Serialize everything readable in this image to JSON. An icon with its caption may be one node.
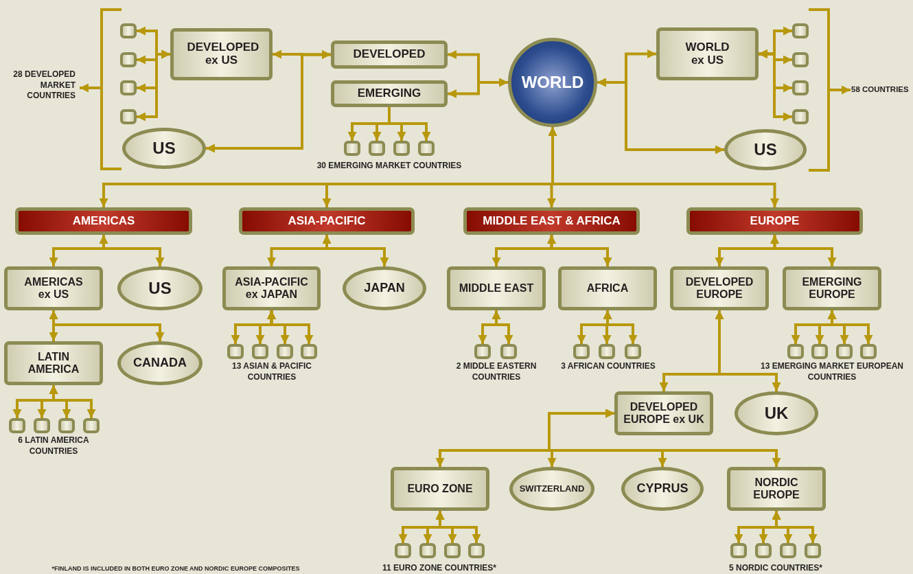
{
  "diagram": {
    "nodes": [
      {
        "text": [
          "WORLD"
        ]
      },
      {
        "text": [
          "DEVELOPED ex US"
        ]
      },
      {
        "text": [
          "DEVELOPED"
        ]
      },
      {
        "text": [
          "EMERGING"
        ]
      },
      {
        "text": [
          "US"
        ]
      },
      {
        "text": [
          "WORLD ex US"
        ]
      },
      {
        "text": [
          "US"
        ]
      },
      {
        "text": [
          "AMERICAS"
        ]
      },
      {
        "text": [
          "ASIA-PACIFIC"
        ]
      },
      {
        "text": [
          "MIDDLE EAST & AFRICA"
        ]
      },
      {
        "text": [
          "EUROPE"
        ]
      },
      {
        "text": [
          "AMERICAS ex US"
        ]
      },
      {
        "text": [
          "US"
        ]
      },
      {
        "text": [
          "ASIA-PACIFIC ex JAPAN"
        ]
      },
      {
        "text": [
          "JAPAN"
        ]
      },
      {
        "text": [
          "MIDDLE EAST"
        ]
      },
      {
        "text": [
          "AFRICA"
        ]
      },
      {
        "text": [
          "DEVELOPED EUROPE"
        ]
      },
      {
        "text": [
          "EMERGING EUROPE"
        ]
      },
      {
        "text": [
          "LATIN AMERICA"
        ]
      },
      {
        "text": [
          "CANADA"
        ]
      },
      {
        "text": [
          "DEVELOPED EUROPE ex UK"
        ]
      },
      {
        "text": [
          "UK"
        ]
      },
      {
        "text": [
          "EURO ZONE"
        ]
      },
      {
        "text": [
          "SWITZERLAND"
        ]
      },
      {
        "text": [
          "CYPRUS"
        ]
      },
      {
        "text": [
          "NORDIC EUROPE"
        ]
      },
      {
        "text": [],
        "shape": "box"
      },
      {
        "text": [],
        "shape": "box"
      },
      {
        "text": [],
        "shape": "box"
      },
      {
        "text": [],
        "shape": "box"
      },
      {
        "text": [],
        "shape": "box"
      },
      {
        "text": [],
        "shape": "box"
      },
      {
        "text": [],
        "shape": "box"
      },
      {
        "text": [],
        "shape": "box"
      },
      {
        "text": [],
        "shape": "box"
      },
      {
        "text": [],
        "shape": "box"
      },
      {
        "text": [],
        "shape": "box"
      },
      {
        "text": [],
        "shape": "box"
      },
      {
        "text": [],
        "shape": "box"
      },
      {
        "text": [],
        "shape": "box"
      },
      {
        "text": [],
        "shape": "box"
      },
      {
        "text": [],
        "shape": "box"
      },
      {
        "text": [],
        "shape": "box"
      },
      {
        "text": [],
        "shape": "box"
      },
      {
        "text": [],
        "shape": "box"
      },
      {
        "text": [],
        "shape": "box"
      },
      {
        "text": [],
        "shape": "box"
      },
      {
        "text": [],
        "shape": "box"
      },
      {
        "text": [],
        "shape": "box"
      },
      {
        "text": [],
        "shape": "box"
      },
      {
        "text": [],
        "shape": "box"
      },
      {
        "text": [],
        "shape": "box"
      },
      {
        "text": [],
        "shape": "box"
      },
      {
        "text": [],
        "shape": "box"
      },
      {
        "text": [],
        "shape": "box"
      },
      {
        "text": [],
        "shape": "box"
      },
      {
        "text": [],
        "shape": "box"
      },
      {
        "text": [],
        "shape": "box"
      },
      {
        "text": [],
        "shape": "box"
      },
      {
        "text": [],
        "shape": "box"
      },
      {
        "text": [],
        "shape": "box"
      },
      {
        "text": [],
        "shape": "box"
      },
      {
        "text": [],
        "shape": "box"
      }
    ],
    "edges": [
      {
        "from": 0,
        "to": 2,
        "arrow": "both"
      },
      {
        "from": 0,
        "to": 3,
        "arrow": "both"
      },
      {
        "from": 2,
        "to": 1,
        "arrow": "both"
      },
      {
        "from": 2,
        "to": 4,
        "arrow": "both"
      },
      {
        "from": 1,
        "to": 27,
        "arrow": "both"
      },
      {
        "from": 1,
        "to": 28,
        "arrow": "both"
      },
      {
        "from": 1,
        "to": 29,
        "arrow": "both"
      },
      {
        "from": 1,
        "to": 30,
        "arrow": "both"
      },
      {
        "from": 3,
        "to": 31,
        "arrow": "to"
      },
      {
        "from": 3,
        "to": 32,
        "arrow": "to"
      },
      {
        "from": 3,
        "to": 33,
        "arrow": "to"
      },
      {
        "from": 3,
        "to": 34,
        "arrow": "to"
      },
      {
        "from": 0,
        "to": 5,
        "arrow": "both"
      },
      {
        "from": 0,
        "to": 6,
        "arrow": "both"
      },
      {
        "from": 5,
        "to": 35,
        "arrow": "both"
      },
      {
        "from": 5,
        "to": 36,
        "arrow": "both"
      },
      {
        "from": 5,
        "to": 37,
        "arrow": "both"
      },
      {
        "from": 5,
        "to": 38,
        "arrow": "both"
      },
      {
        "from": 0,
        "to": 7,
        "arrow": "both"
      },
      {
        "from": 0,
        "to": 8,
        "arrow": "both"
      },
      {
        "from": 0,
        "to": 9,
        "arrow": "both"
      },
      {
        "from": 0,
        "to": 10,
        "arrow": "both"
      },
      {
        "from": 7,
        "to": 11,
        "arrow": "both"
      },
      {
        "from": 7,
        "to": 12,
        "arrow": "both"
      },
      {
        "from": 8,
        "to": 13,
        "arrow": "both"
      },
      {
        "from": 8,
        "to": 14,
        "arrow": "both"
      },
      {
        "from": 9,
        "to": 15,
        "arrow": "both"
      },
      {
        "from": 9,
        "to": 16,
        "arrow": "both"
      },
      {
        "from": 10,
        "to": 17,
        "arrow": "both"
      },
      {
        "from": 10,
        "to": 18,
        "arrow": "both"
      },
      {
        "from": 11,
        "to": 19,
        "arrow": "both"
      },
      {
        "from": 11,
        "to": 20,
        "arrow": "both"
      },
      {
        "from": 19,
        "to": 39,
        "arrow": "both"
      },
      {
        "from": 19,
        "to": 40,
        "arrow": "both"
      },
      {
        "from": 19,
        "to": 41,
        "arrow": "both"
      },
      {
        "from": 19,
        "to": 42,
        "arrow": "both"
      },
      {
        "from": 13,
        "to": 43,
        "arrow": "both"
      },
      {
        "from": 13,
        "to": 44,
        "arrow": "both"
      },
      {
        "from": 13,
        "to": 45,
        "arrow": "both"
      },
      {
        "from": 13,
        "to": 46,
        "arrow": "both"
      },
      {
        "from": 15,
        "to": 47,
        "arrow": "both"
      },
      {
        "from": 15,
        "to": 48,
        "arrow": "both"
      },
      {
        "from": 16,
        "to": 49,
        "arrow": "both"
      },
      {
        "from": 16,
        "to": 50,
        "arrow": "both"
      },
      {
        "from": 16,
        "to": 51,
        "arrow": "both"
      },
      {
        "from": 18,
        "to": 52,
        "arrow": "both"
      },
      {
        "from": 18,
        "to": 53,
        "arrow": "both"
      },
      {
        "from": 18,
        "to": 54,
        "arrow": "both"
      },
      {
        "from": 18,
        "to": 55,
        "arrow": "both"
      },
      {
        "from": 17,
        "to": 21,
        "arrow": "both"
      },
      {
        "from": 17,
        "to": 22,
        "arrow": "both"
      },
      {
        "from": 21,
        "to": 23,
        "arrow": "both"
      },
      {
        "from": 21,
        "to": 24,
        "arrow": "both"
      },
      {
        "from": 21,
        "to": 25,
        "arrow": "both"
      },
      {
        "from": 21,
        "to": 26,
        "arrow": "both"
      },
      {
        "from": 23,
        "to": 56,
        "arrow": "both"
      },
      {
        "from": 23,
        "to": 57,
        "arrow": "both"
      },
      {
        "from": 23,
        "to": 58,
        "arrow": "both"
      },
      {
        "from": 23,
        "to": 59,
        "arrow": "both"
      },
      {
        "from": 26,
        "to": 60,
        "arrow": "both"
      },
      {
        "from": 26,
        "to": 61,
        "arrow": "both"
      },
      {
        "from": 26,
        "to": 62,
        "arrow": "both"
      },
      {
        "from": 26,
        "to": 63,
        "arrow": "both"
      }
    ],
    "labels": [
      "28 DEVELOPED MARKET COUNTRIES",
      "58 COUNTRIES",
      "30 EMERGING MARKET COUNTRIES",
      "6 LATIN AMERICA COUNTRIES",
      "13 ASIAN & PACIFIC COUNTRIES",
      "2 MIDDLE EASTERN COUNTRIES",
      "3 AFRICAN COUNTRIES",
      "13 EMERGING MARKET EUROPEAN COUNTRIES",
      "11 EURO ZONE COUNTRIES*",
      "5 NORDIC COUNTRIES*",
      "*FINLAND IS INCLUDED IN BOTH EURO ZONE AND NORDIC EUROPE COMPOSITES"
    ]
  }
}
